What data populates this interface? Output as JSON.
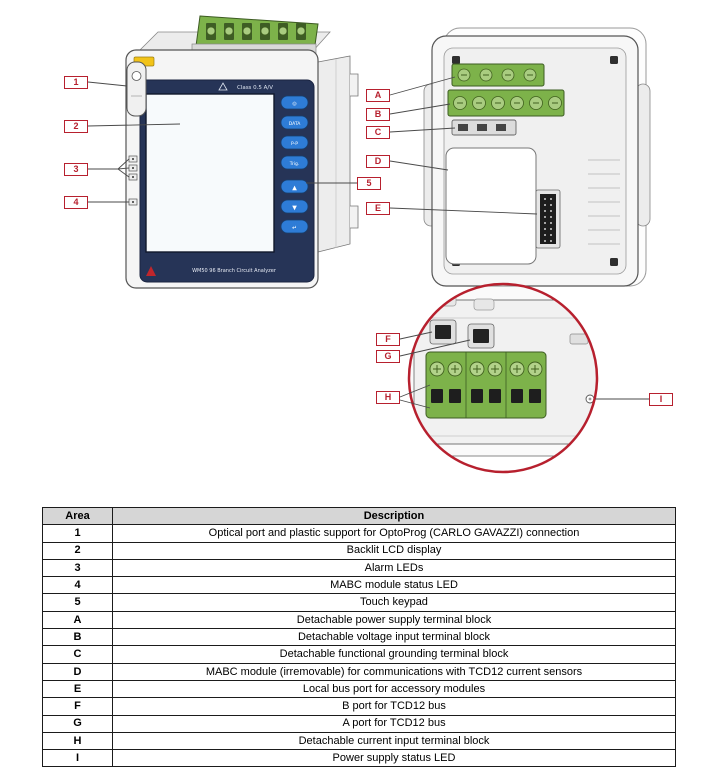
{
  "diagram": {
    "front_view": {
      "model_text": "WM50 96 Branch Circuit Analyzer",
      "class_text": "Class 0.5 A/V",
      "keypad": [
        "◎",
        "DATA",
        "P-P",
        "Trig.",
        "▲",
        "▼",
        "↵"
      ]
    },
    "callouts": [
      {
        "label": "1"
      },
      {
        "label": "2"
      },
      {
        "label": "3"
      },
      {
        "label": "4"
      },
      {
        "label": "5"
      },
      {
        "label": "A"
      },
      {
        "label": "B"
      },
      {
        "label": "C"
      },
      {
        "label": "D"
      },
      {
        "label": "E"
      },
      {
        "label": "F"
      },
      {
        "label": "G"
      },
      {
        "label": "H"
      },
      {
        "label": "I"
      }
    ],
    "colors": {
      "callout_red": "#b7202e",
      "detail_circle_red": "#b7202e",
      "terminal_green": "#7db24a",
      "keypad_blue": "#2e7cd6",
      "panel_navy": "#263457",
      "logo_yellow": "#f2c318"
    }
  },
  "table": {
    "headers": {
      "area": "Area",
      "description": "Description"
    },
    "rows": [
      {
        "area": "1",
        "description": "Optical port and plastic support for OptoProg (CARLO GAVAZZI) connection"
      },
      {
        "area": "2",
        "description": "Backlit LCD display"
      },
      {
        "area": "3",
        "description": "Alarm LEDs"
      },
      {
        "area": "4",
        "description": "MABC module status LED"
      },
      {
        "area": "5",
        "description": "Touch keypad"
      },
      {
        "area": "A",
        "description": "Detachable power supply terminal block"
      },
      {
        "area": "B",
        "description": "Detachable voltage input terminal block"
      },
      {
        "area": "C",
        "description": "Detachable functional grounding terminal block"
      },
      {
        "area": "D",
        "description": "MABC module (irremovable) for communications with TCD12 current sensors"
      },
      {
        "area": "E",
        "description": "Local bus port for accessory modules"
      },
      {
        "area": "F",
        "description": "B port for TCD12 bus"
      },
      {
        "area": "G",
        "description": "A port for TCD12 bus"
      },
      {
        "area": "H",
        "description": "Detachable current input terminal block"
      },
      {
        "area": "I",
        "description": "Power supply status LED"
      }
    ]
  }
}
